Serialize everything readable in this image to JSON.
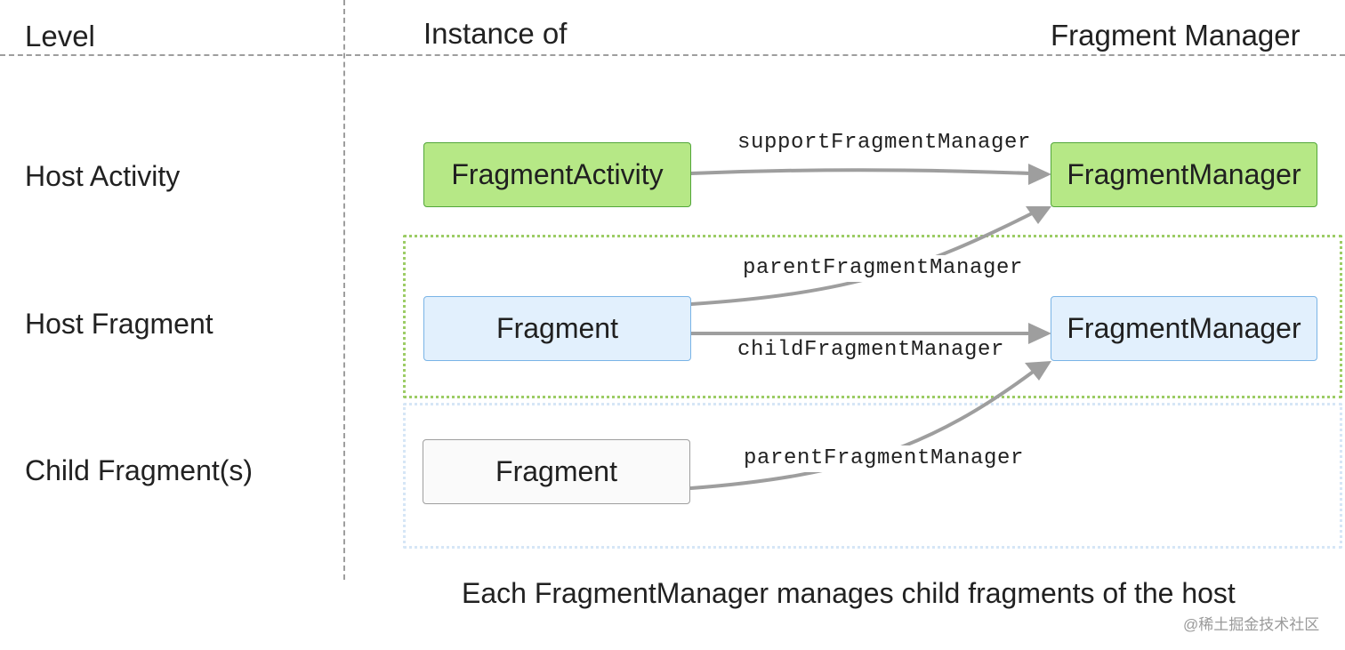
{
  "header": {
    "level": "Level",
    "instance_of": "Instance of",
    "fragment_manager": "Fragment Manager"
  },
  "rows": {
    "host_activity": "Host Activity",
    "host_fragment": "Host Fragment",
    "child_fragments": "Child Fragment(s)"
  },
  "nodes": {
    "fragment_activity": "FragmentActivity",
    "activity_manager": "FragmentManager",
    "host_fragment": "Fragment",
    "host_fragment_manager": "FragmentManager",
    "child_fragment": "Fragment"
  },
  "edges": {
    "support_fragment_manager": "supportFragmentManager",
    "parent_fragment_manager_host": "parentFragmentManager",
    "child_fragment_manager": "childFragmentManager",
    "parent_fragment_manager_child": "parentFragmentManager"
  },
  "caption": "Each FragmentManager manages child fragments of the host",
  "watermark": "@稀土掘金技术社区",
  "colors": {
    "activity_fill": "#b6e886",
    "activity_border": "#52a63a",
    "fragment_fill": "#e2f0fd",
    "fragment_border": "#7ab4e6",
    "child_fill": "#fafafa",
    "child_border": "#9e9e9e",
    "arrow": "#9e9e9e",
    "group_host_fragment": "#9ccc65",
    "group_child": "#d6e6f6"
  }
}
